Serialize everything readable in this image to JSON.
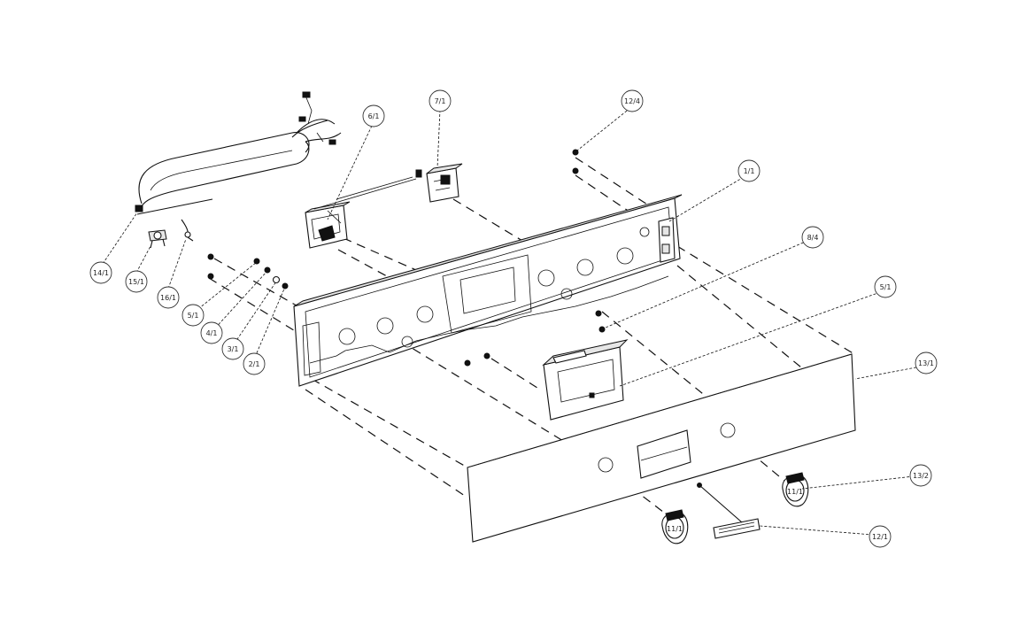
{
  "callouts": [
    {
      "key": "c14_1",
      "label": "14/1"
    },
    {
      "key": "c15_1",
      "label": "15/1"
    },
    {
      "key": "c16_1",
      "label": "16/1"
    },
    {
      "key": "c6_1",
      "label": "6/1"
    },
    {
      "key": "c7_1",
      "label": "7/1"
    },
    {
      "key": "c12_4",
      "label": "12/4"
    },
    {
      "key": "c1_1",
      "label": "1/1"
    },
    {
      "key": "c8_4",
      "label": "8/4"
    },
    {
      "key": "c5_1_right",
      "label": "5/1"
    },
    {
      "key": "c13_1",
      "label": "13/1"
    },
    {
      "key": "c13_2",
      "label": "13/2"
    },
    {
      "key": "c12_1",
      "label": "12/1"
    },
    {
      "key": "c11_1",
      "label": "11/1"
    },
    {
      "key": "c11_1b",
      "label": "11/1"
    },
    {
      "key": "c5_1_left",
      "label": "5/1"
    },
    {
      "key": "c4_1",
      "label": "4/1"
    },
    {
      "key": "c3_1",
      "label": "3/1"
    },
    {
      "key": "c2_1",
      "label": "2/1"
    }
  ]
}
